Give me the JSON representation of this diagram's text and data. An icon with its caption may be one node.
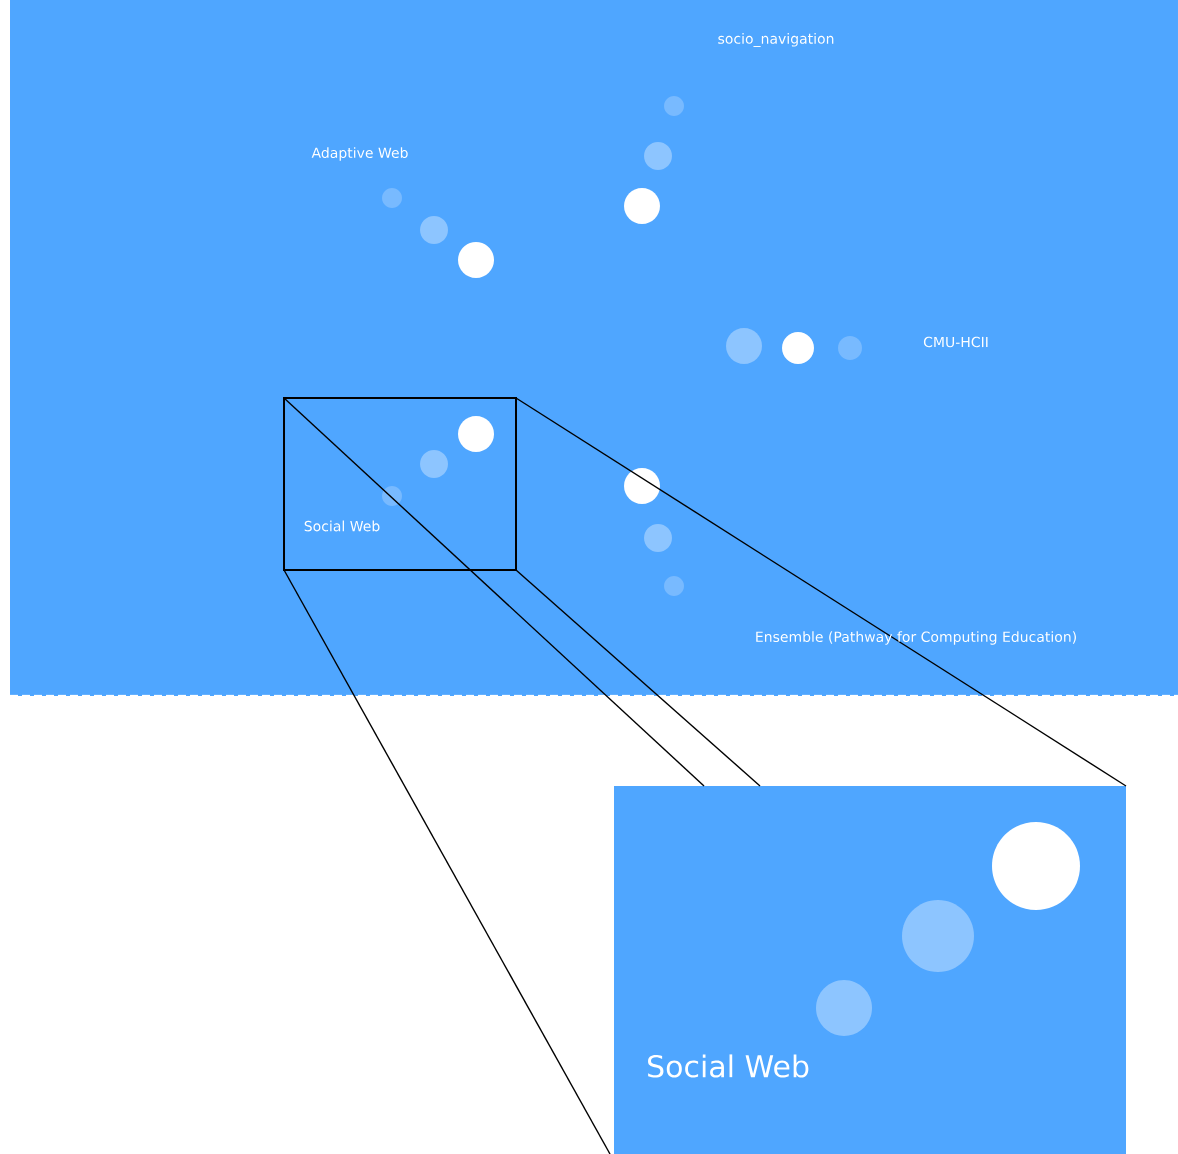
{
  "diagram": {
    "labels": [
      "socio_navigation",
      "Adaptive Web",
      "CMU-HCII",
      "Social Web",
      "Ensemble (Pathway for Computing Education)",
      "Social Web"
    ]
  }
}
